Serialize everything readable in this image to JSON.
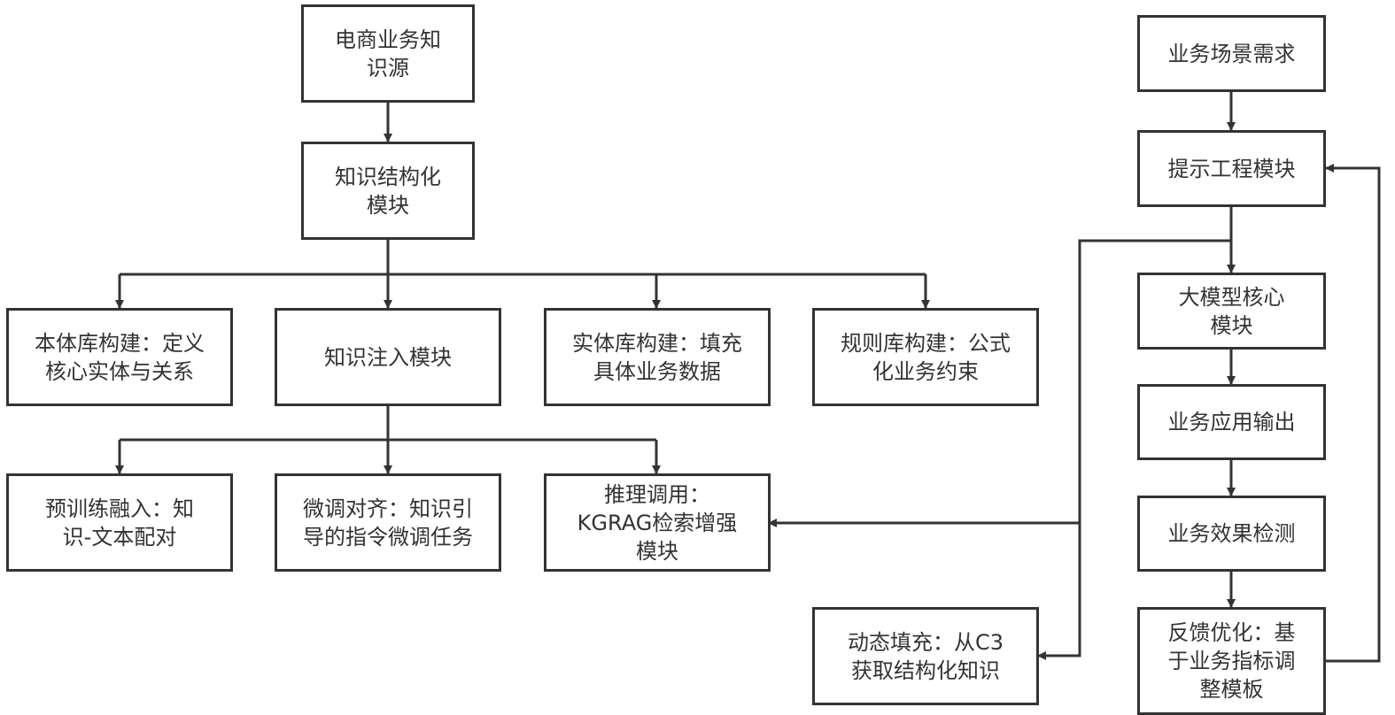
{
  "diagram": {
    "nodes": {
      "ecommerce_source": "电商业务知\n识源",
      "structuring": "知识结构化\n模块",
      "ontology": "本体库构建：定义\n核心实体与关系",
      "injection": "知识注入模块",
      "entity_lib": "实体库构建：填充\n具体业务数据",
      "rule_lib": "规则库构建：公式\n化业务约束",
      "pretrain": "预训练融入：知\n识-文本配对",
      "finetune": "微调对齐：知识引\n导的指令微调任务",
      "inference": "推理调用：\nKGRAG检索增强\n模块",
      "dynamic_fill": "动态填充：从C3\n获取结构化知识",
      "scenario": "业务场景需求",
      "prompt_eng": "提示工程模块",
      "llm_core": "大模型核心\n模块",
      "app_output": "业务应用输出",
      "effect_check": "业务效果检测",
      "feedback": "反馈优化：基\n于业务指标调\n整模板"
    }
  }
}
